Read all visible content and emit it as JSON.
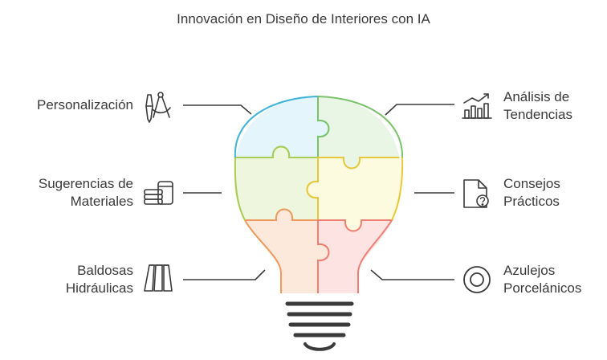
{
  "title": "Innovación en Diseño de Interiores con IA",
  "items": {
    "personalizacion": {
      "line1": "Personalización",
      "icon": "drafting-tools-icon"
    },
    "materiales": {
      "line1": "Sugerencias de",
      "line2": "Materiales",
      "icon": "stacked-materials-icon"
    },
    "baldosas": {
      "line1": "Baldosas",
      "line2": "Hidráulicas",
      "icon": "roof-tiles-icon"
    },
    "tendencias": {
      "line1": "Análisis de",
      "line2": "Tendencias",
      "icon": "trend-chart-icon"
    },
    "consejos": {
      "line1": "Consejos",
      "line2": "Prácticos",
      "icon": "question-document-icon"
    },
    "azulejos": {
      "line1": "Azulejos",
      "line2": "Porcelánicos",
      "icon": "tile-circle-icon"
    }
  },
  "colors": {
    "blue": "#e4f6fb",
    "blue_stroke": "#3fb4d8",
    "green": "#e9f6e5",
    "green_stroke": "#7ac36a",
    "lime": "#eef6de",
    "lime_stroke": "#a8cc52",
    "yellow": "#fdfbdf",
    "yellow_stroke": "#e8c83a",
    "peach": "#fde9dc",
    "peach_stroke": "#ee9a5c",
    "pink": "#fde3e1",
    "pink_stroke": "#ee7f74",
    "base": "#3a3a3a"
  }
}
